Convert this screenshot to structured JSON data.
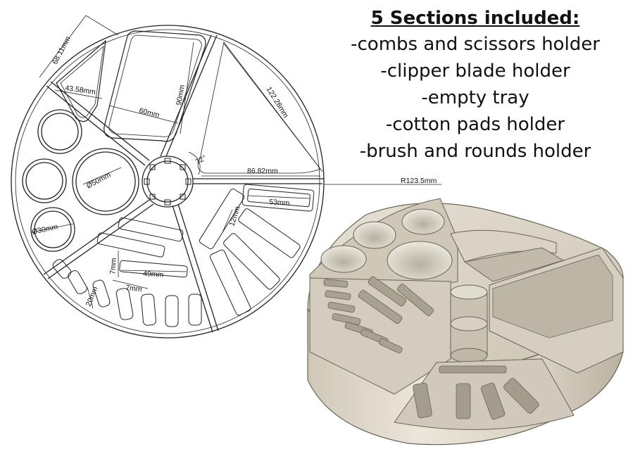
{
  "title": "5 Sections included:",
  "sections": [
    "-combs and scissors holder",
    "-clipper blade holder",
    "-empty tray",
    "-cotton pads holder",
    "-brush and rounds holder"
  ],
  "dimensions": {
    "d1": "68.11mm",
    "d2": "43.58mm",
    "d3": "60mm",
    "d4": "90mm",
    "d5": "122.28mm",
    "d6": "72°",
    "d7": "86.82mm",
    "d8": "R123.5mm",
    "d9": "53mm",
    "d10": "12mm",
    "d11": "Ø50mm",
    "d12": "Ø30mm",
    "d13": "7mm",
    "d14": "49mm",
    "d15": "7mm",
    "d16": "20mm"
  }
}
